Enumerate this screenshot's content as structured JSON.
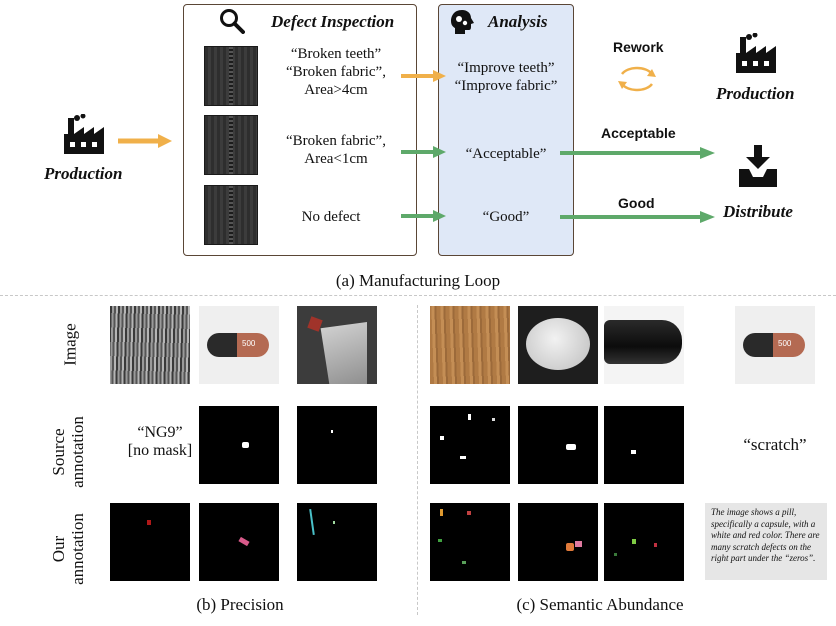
{
  "loop": {
    "production_left": "Production",
    "defect_title": "Defect Inspection",
    "analysis_title": "Analysis",
    "row1_defect": [
      "“Broken teeth”",
      "“Broken fabric”,",
      "Area>4cm"
    ],
    "row2_defect": [
      "“Broken fabric”,",
      "Area<1cm"
    ],
    "row3_defect": [
      "No defect"
    ],
    "row1_analysis": [
      "“Improve teeth”",
      "“Improve fabric”"
    ],
    "row2_analysis": "“Acceptable”",
    "row3_analysis": "“Good”",
    "rework": "Rework",
    "production_right": "Production",
    "acceptable": "Acceptable",
    "good": "Good",
    "distribute": "Distribute",
    "caption": "(a) Manufacturing Loop"
  },
  "grid": {
    "row_labels": {
      "image": "Image",
      "source": [
        "Source",
        "annotation"
      ],
      "ours": [
        "Our",
        "annotation"
      ]
    },
    "source_text_1": [
      "“NG9”",
      "[no mask]"
    ],
    "source_text_2": "“scratch”",
    "description": "The image shows a pill, specifically a capsule, with a white and red color. There are many scratch defects on the right part under the “zeros”.",
    "pill_label": "500",
    "caption_b": "(b) Precision",
    "caption_c": "(c) Semantic Abundance"
  },
  "colors": {
    "orange_arrow": "#f0b04a",
    "green_arrow": "#5ea96a",
    "analysis_fill": "#dfe8f7",
    "panel_border": "#5a4636"
  }
}
